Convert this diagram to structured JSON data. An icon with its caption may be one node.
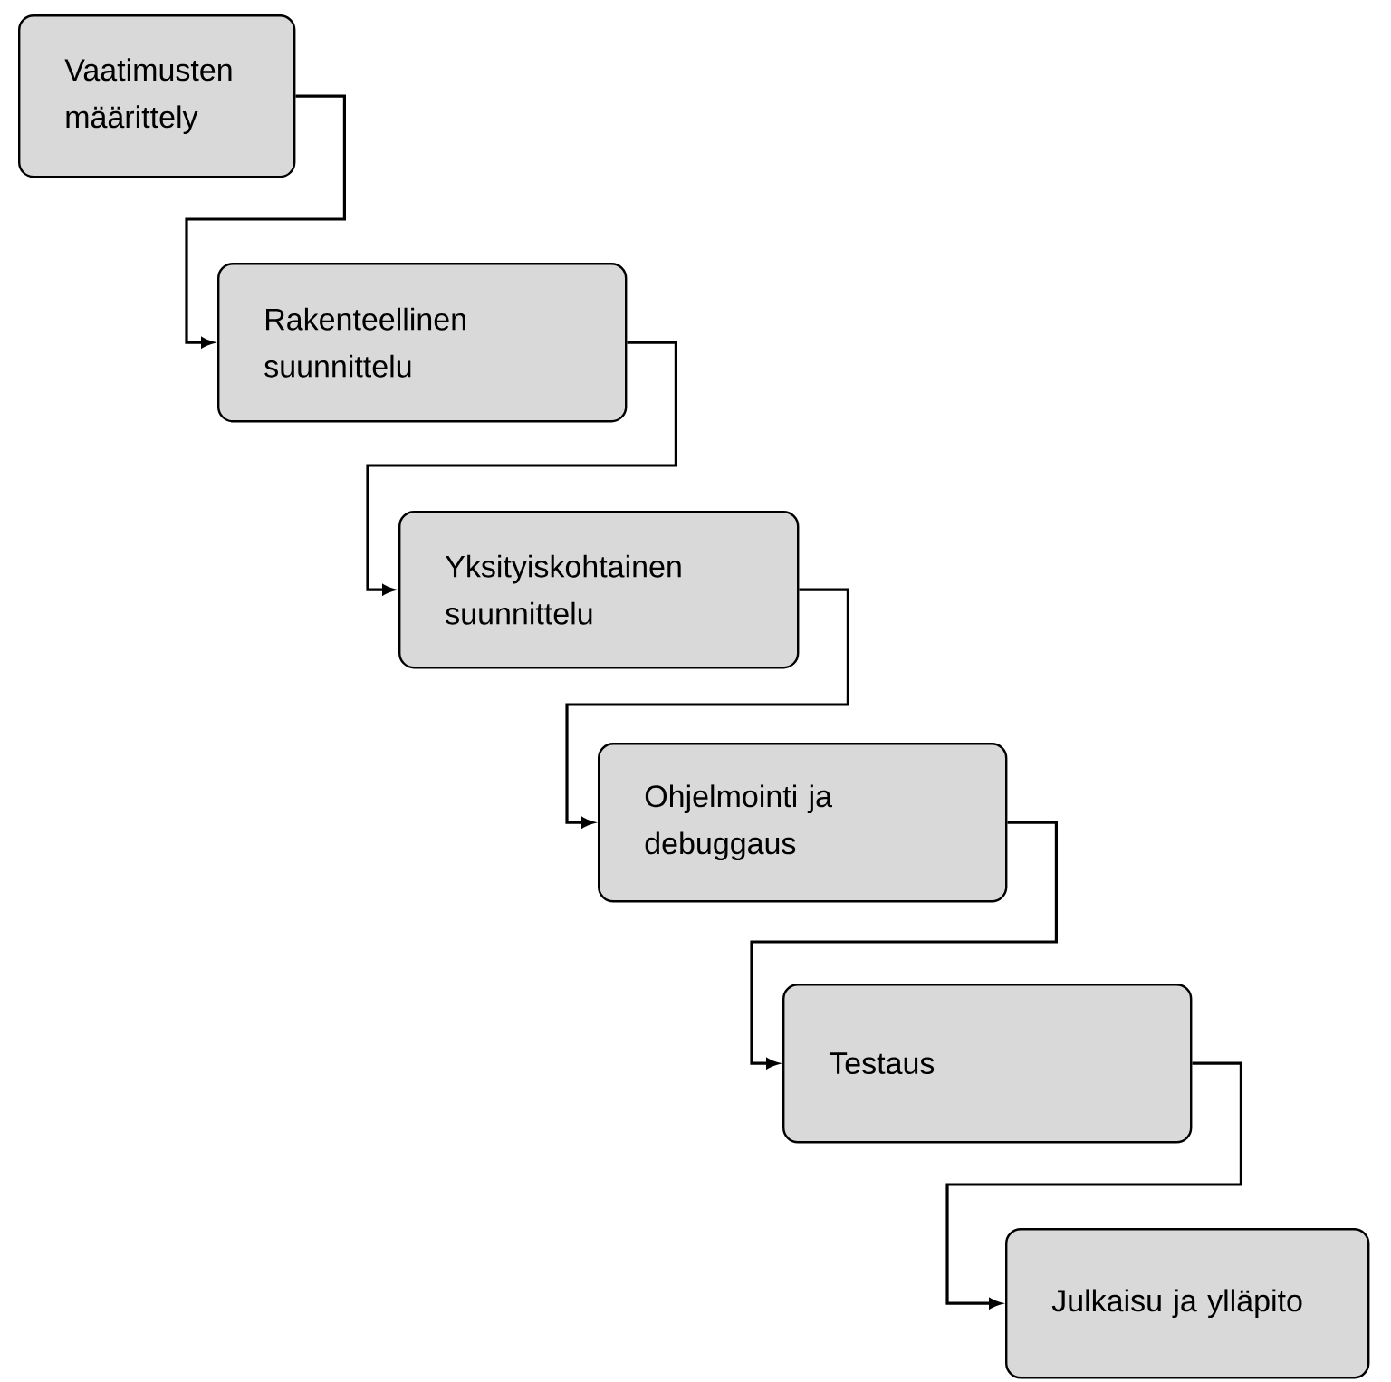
{
  "diagram": {
    "nodes": [
      {
        "text": [
          "Vaatimusten määrittely"
        ]
      },
      {
        "text": [
          "Rakenteellinen suunnittelu"
        ]
      },
      {
        "text": [
          "Yksityiskohtainen suunnittelu"
        ]
      },
      {
        "text": [
          "Ohjelmointi ja debuggaus"
        ]
      },
      {
        "text": [
          "Testaus"
        ]
      },
      {
        "text": [
          "Julkaisu ja ylläpito"
        ]
      }
    ],
    "edges": [
      {
        "from": 0,
        "to": 1,
        "arrow": "to"
      },
      {
        "from": 1,
        "to": 2,
        "arrow": "to"
      },
      {
        "from": 2,
        "to": 3,
        "arrow": "to"
      },
      {
        "from": 3,
        "to": 4,
        "arrow": "to"
      },
      {
        "from": 4,
        "to": 5,
        "arrow": "to"
      }
    ]
  }
}
